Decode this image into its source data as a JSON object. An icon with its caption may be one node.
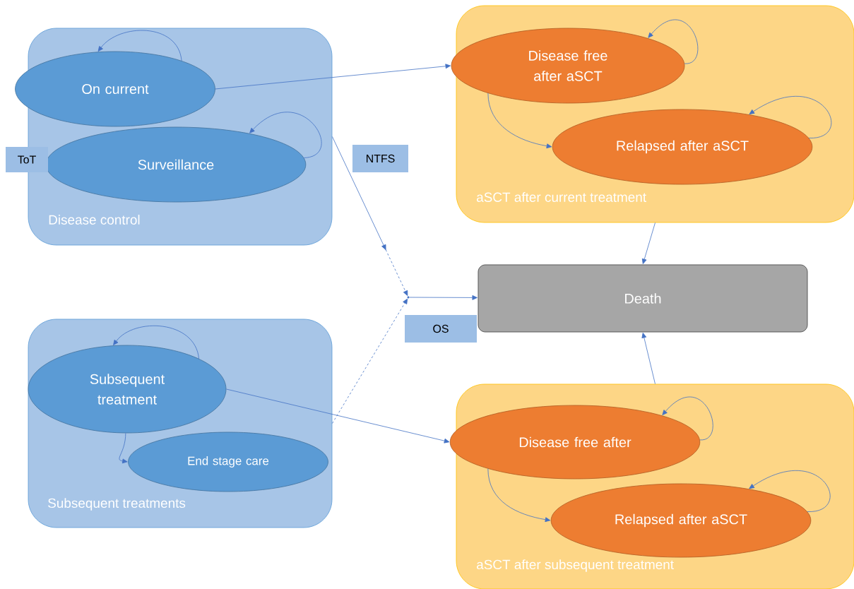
{
  "diagram": {
    "nodes": [
      {
        "text": [
          "Disease control"
        ]
      },
      {
        "text": [
          "On current"
        ],
        "in": 0
      },
      {
        "text": [
          "Surveillance"
        ],
        "in": 0
      },
      {
        "text": [
          "Subsequent treatments"
        ]
      },
      {
        "text": [
          "Subsequent treatment"
        ],
        "in": 3
      },
      {
        "text": [
          "End stage care"
        ],
        "in": 3
      },
      {
        "text": [
          "aSCT after current treatment"
        ]
      },
      {
        "text": [
          "Disease free after aSCT"
        ],
        "in": 6
      },
      {
        "text": [
          "Relapsed after aSCT"
        ],
        "in": 6
      },
      {
        "text": [
          "aSCT after subsequent treatment"
        ]
      },
      {
        "text": [
          "Disease free after"
        ],
        "in": 9
      },
      {
        "text": [
          "Relapsed after aSCT"
        ],
        "in": 9
      },
      {
        "text": [
          "Death"
        ]
      },
      {
        "text": [
          "ToT"
        ]
      },
      {
        "text": [
          "NTFS"
        ]
      },
      {
        "text": [
          "OS"
        ]
      },
      {
        "text": [],
        "shape": "circle"
      }
    ],
    "edges": [
      {
        "from": 1,
        "to": 1,
        "arrow": "to"
      },
      {
        "from": 2,
        "to": 2,
        "arrow": "to"
      },
      {
        "from": 1,
        "to": 7,
        "arrow": "to"
      },
      {
        "from": 7,
        "to": 7,
        "arrow": "to"
      },
      {
        "from": 7,
        "to": 8,
        "arrow": "to"
      },
      {
        "from": 8,
        "to": 8,
        "arrow": "to"
      },
      {
        "from": 0,
        "to": 16,
        "arrow": "to",
        "style": "dashed"
      },
      {
        "from": 3,
        "to": 16,
        "arrow": "to",
        "style": "dashed"
      },
      {
        "from": 16,
        "to": 12,
        "arrow": "to"
      },
      {
        "from": 6,
        "to": 12,
        "arrow": "to"
      },
      {
        "from": 9,
        "to": 12,
        "arrow": "to"
      },
      {
        "from": 4,
        "to": 4,
        "arrow": "to"
      },
      {
        "from": 4,
        "to": 5,
        "arrow": "to"
      },
      {
        "from": 4,
        "to": 10,
        "arrow": "to"
      },
      {
        "from": 10,
        "to": 10,
        "arrow": "to"
      },
      {
        "from": 10,
        "to": 11,
        "arrow": "to"
      },
      {
        "from": 11,
        "to": 11,
        "arrow": "to"
      }
    ]
  }
}
